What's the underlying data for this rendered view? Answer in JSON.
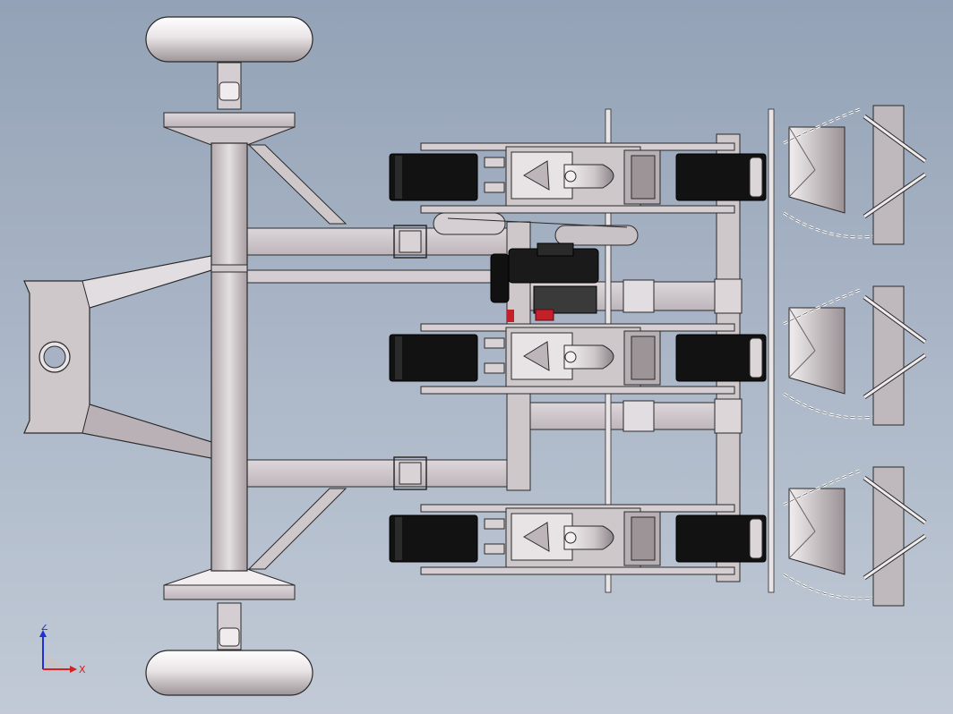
{
  "viewport": {
    "background_top": "#93a2b6",
    "background_bottom": "#c1cad6"
  },
  "triad": {
    "x_label": "X",
    "z_label": "Z",
    "x_color": "#d32020",
    "z_color": "#2030d8"
  },
  "colors": {
    "metal_light": "#e6e2e4",
    "metal_mid": "#c9c2c6",
    "metal_dark": "#8d8489",
    "rubber": "#111111",
    "outline": "#2a2a2a",
    "accent_red": "#c4202a",
    "chain": "#f2f2f2"
  },
  "planter_units": [
    "row-unit-1",
    "row-unit-2",
    "row-unit-3"
  ]
}
